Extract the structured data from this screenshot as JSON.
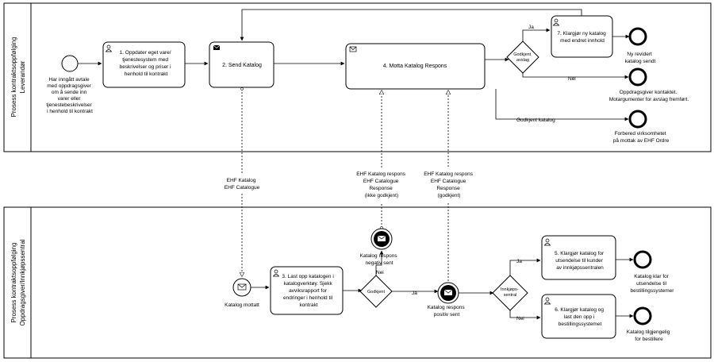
{
  "pool_top": {
    "label_line1": "Prosess kontraktsoppfølging",
    "label_line2": "Leverandør"
  },
  "pool_bottom": {
    "label_line1": "Prosess kontraktsoppfølging",
    "label_line2": "Oppdragsgiver/Innkjøpssentral"
  },
  "top": {
    "start_event": [
      "Har inngått avtale",
      "med oppdragsgiver",
      "om å sende inn",
      "varer eller",
      "tjenestebeskrivelser",
      "i henhold til kontrakt"
    ],
    "task1": [
      "1. Oppdater eget vare/",
      "tjenestesystem med",
      "beskrivelser og priser i",
      "henhold til kontrakt"
    ],
    "task2": "2. Send Katalog",
    "task4": "4. Motta Katalog Respons",
    "gateway": [
      "Godkjent",
      "avslag"
    ],
    "flow_ja": "Ja",
    "flow_nei": "Nei",
    "flow_godkjent": "Godkjent katalog",
    "task7": [
      "7. Klargjør ny katalog",
      "med endret innhold"
    ],
    "end1": [
      "Ny revidert",
      "katalog sendt"
    ],
    "end2": [
      "Oppdragsgiver kontaktet.",
      "Motargumenter for avslag fremført."
    ],
    "end3": [
      "Forbered virksomhetet",
      "på mottak av EHF Ordre"
    ]
  },
  "messages": {
    "msg1": [
      "EHF Katalog",
      "EHF Catalogue"
    ],
    "msg2": [
      "EHF Katalog respons",
      "EHF Catalogue",
      "Response",
      "(ikke godkjent)"
    ],
    "msg3": [
      "EHF Katalog respons",
      "EHF Catalogue",
      "Response",
      "(godkjent)"
    ]
  },
  "bottom": {
    "start_event": "Katalog mottatt",
    "task3": [
      "3. Last opp katalogen i",
      "katalogverktøy. Sjekk",
      "avviksrapport for",
      "endringer i henhold til",
      "kontrakt"
    ],
    "gateway": "Godkjent",
    "flow_nei": "Nei",
    "flow_ja": "Ja",
    "throw_negative": [
      "Katalog respons",
      "negativ sent"
    ],
    "throw_positive": [
      "Katalog respons",
      "positiv sent"
    ],
    "gateway2": [
      "Innkjøps-",
      "sentral"
    ],
    "flow2_ja": "Ja",
    "flow2_nei": "Nei",
    "task5": [
      "5. Klargjør katalog for",
      "utsendelse til kunder",
      "av innkjøpssentralen"
    ],
    "task6": [
      "6. Klargjør katalog og",
      "last den opp i",
      "bestillingssystemet"
    ],
    "end1": [
      "Katalog klar for",
      "utsendelse til",
      "bestillingssystemer"
    ],
    "end2": [
      "Katalog tilgjengelig",
      "for bestillere"
    ]
  }
}
